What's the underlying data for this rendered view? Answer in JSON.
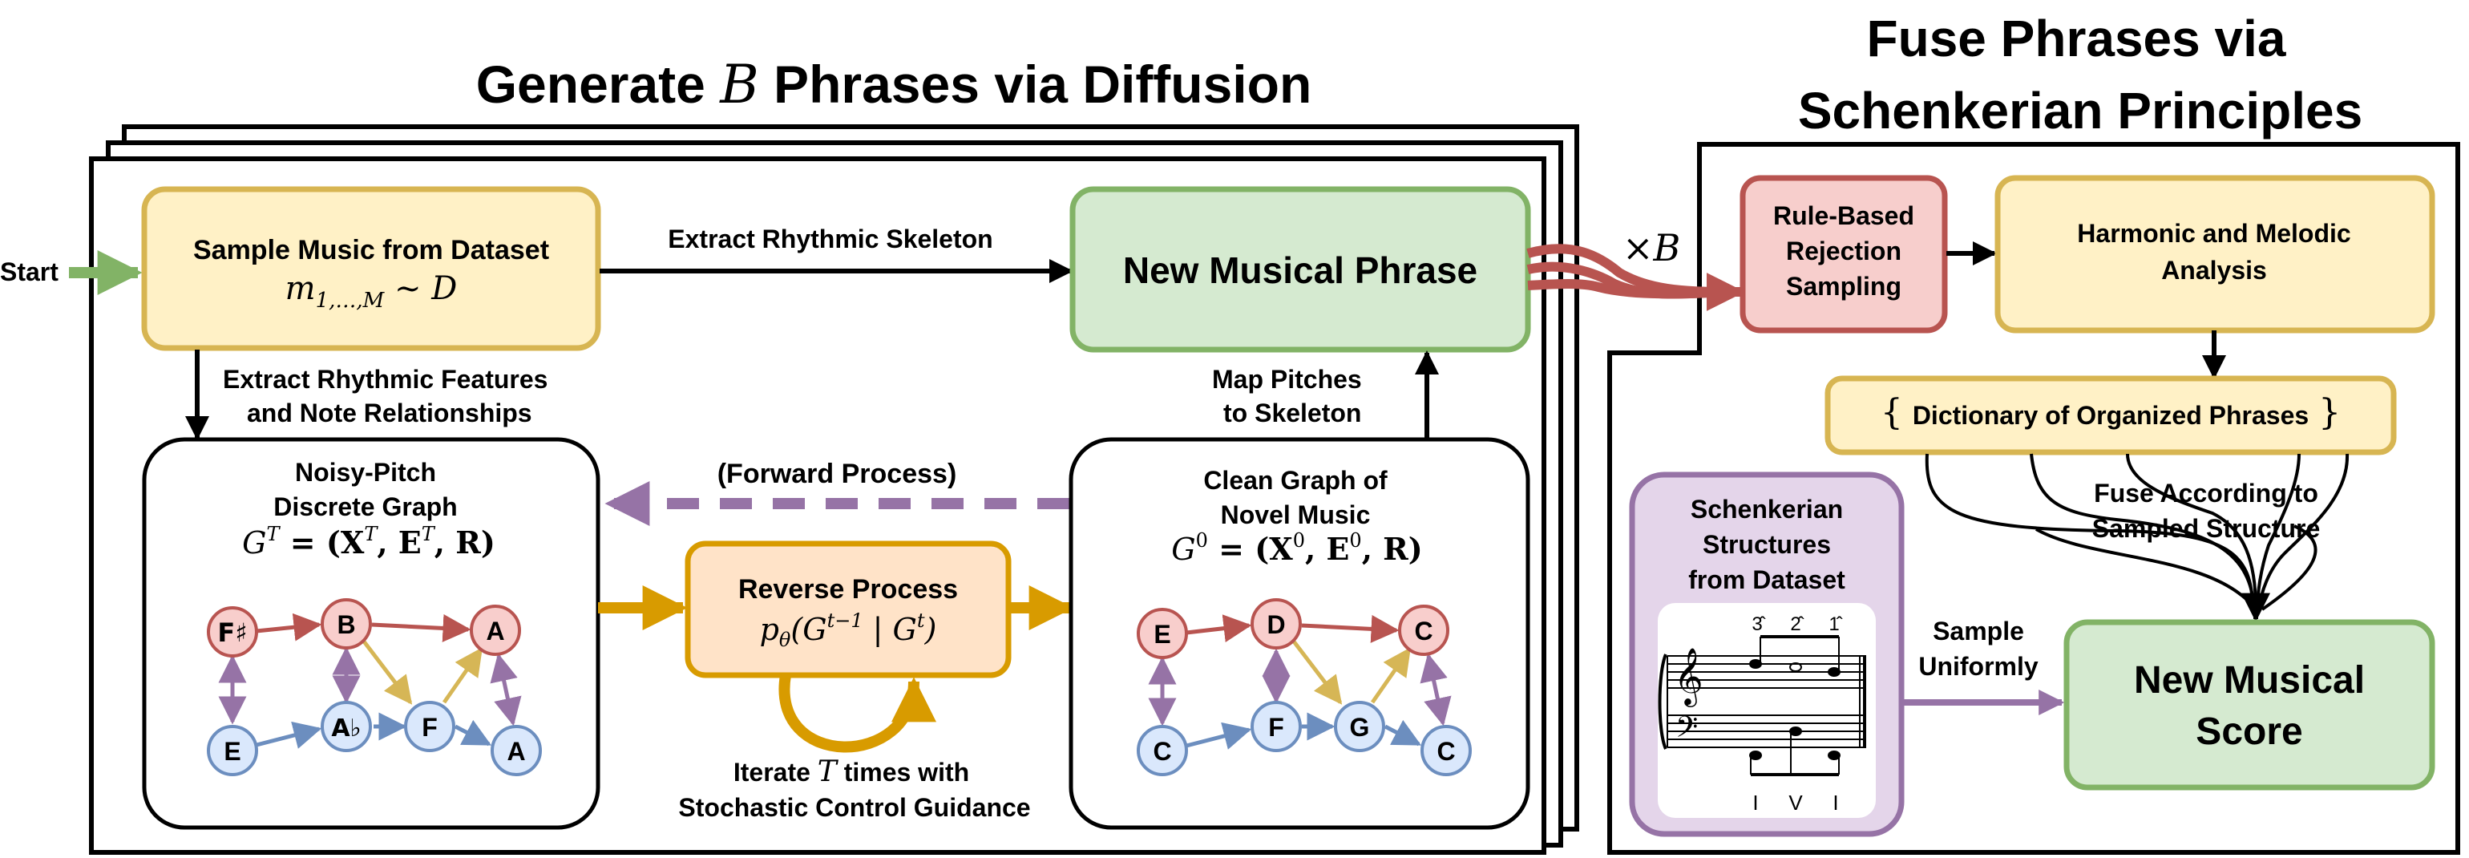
{
  "left_panel": {
    "title_pre": "Generate ",
    "title_var": "B",
    "title_post": " Phrases via Diffusion"
  },
  "right_panel": {
    "title_line1": "Fuse Phrases via",
    "title_line2": "Schenkerian Principles"
  },
  "start_label": "Start",
  "multiplier": {
    "times": "×",
    "var": "B"
  },
  "sample_box": {
    "line1": "Sample Music from Dataset",
    "formula_m": "m",
    "formula_sub": "1,…,M",
    "formula_rest": " ∼ D"
  },
  "extract_skeleton_label": "Extract Rhythmic Skeleton",
  "new_phrase_box": {
    "label": "New Musical Phrase"
  },
  "extract_features_label": {
    "line1": "Extract Rhythmic Features",
    "line2": "and Note Relationships"
  },
  "map_pitches_label": {
    "line1": "Map Pitches",
    "line2": "to Skeleton"
  },
  "noisy_graph": {
    "line1": "Noisy-Pitch",
    "line2": "Discrete Graph",
    "formula": "G",
    "formula_sup": "T",
    "formula_rest": " = (X",
    "formula_x_sup": "T",
    "formula_e": ", E",
    "formula_e_sup": "T",
    "formula_end": ", R)",
    "nodes_top": [
      "F♯",
      "B",
      "A"
    ],
    "nodes_bottom": [
      "E",
      "A♭",
      "F",
      "A"
    ]
  },
  "forward_label": "(Forward Process)",
  "reverse_box": {
    "line1": "Reverse Process",
    "formula": "p",
    "formula_sub": "θ",
    "formula_rest": "(G",
    "formula_sup1": "t−1",
    "formula_mid": " | G",
    "formula_sup2": "t",
    "formula_end": ")"
  },
  "iterate_label": {
    "line1_pre": "Iterate ",
    "line1_var": "T",
    "line1_post": " times with",
    "line2": "Stochastic Control Guidance"
  },
  "clean_graph": {
    "line1": "Clean Graph of",
    "line2": "Novel Music",
    "formula": "G",
    "formula_sup": "0",
    "formula_rest": " = (X",
    "formula_x_sup": "0",
    "formula_e": ", E",
    "formula_e_sup": "0",
    "formula_end": ", R)",
    "nodes_top": [
      "E",
      "D",
      "C"
    ],
    "nodes_bottom": [
      "C",
      "F",
      "G",
      "C"
    ]
  },
  "rejection_box": {
    "line1": "Rule-Based",
    "line2": "Rejection",
    "line3": "Sampling"
  },
  "analysis_box": {
    "line1": "Harmonic and Melodic",
    "line2": "Analysis"
  },
  "dictionary_box": {
    "brace_open": "{",
    "label": "Dictionary of Organized Phrases",
    "brace_close": "}"
  },
  "fuse_label": {
    "line1": "Fuse According to",
    "line2": "Sampled Structure"
  },
  "schenker_box": {
    "line1": "Schenkerian",
    "line2": "Structures",
    "line3": "from Dataset",
    "scale_degrees": [
      "3̂",
      "2̂",
      "1̂"
    ],
    "roman_numerals": [
      "I",
      "V",
      "I"
    ]
  },
  "sample_uniformly_label": {
    "line1": "Sample",
    "line2": "Uniformly"
  },
  "new_score_box": {
    "line1": "New Musical",
    "line2": "Score"
  },
  "colors": {
    "yellow_fill": "#fff1c6",
    "yellow_stroke": "#d7b552",
    "green_fill": "#d5ead0",
    "green_stroke": "#82b366",
    "red_fill": "#f7cecc",
    "red_stroke": "#b85450",
    "orange_fill": "#ffe3c8",
    "orange_stroke": "#d89b00",
    "purple_fill": "#e4d5ea",
    "purple_stroke": "#9673a6",
    "node_red_fill": "#f8cecc",
    "node_red_stroke": "#b85450",
    "node_blue_fill": "#dae8fc",
    "node_blue_stroke": "#6c8ebf",
    "edge_red": "#b85450",
    "edge_blue": "#6c8ebf",
    "edge_purple": "#9673a6",
    "edge_gold": "#d6b656",
    "start_arrow": "#82b366"
  }
}
